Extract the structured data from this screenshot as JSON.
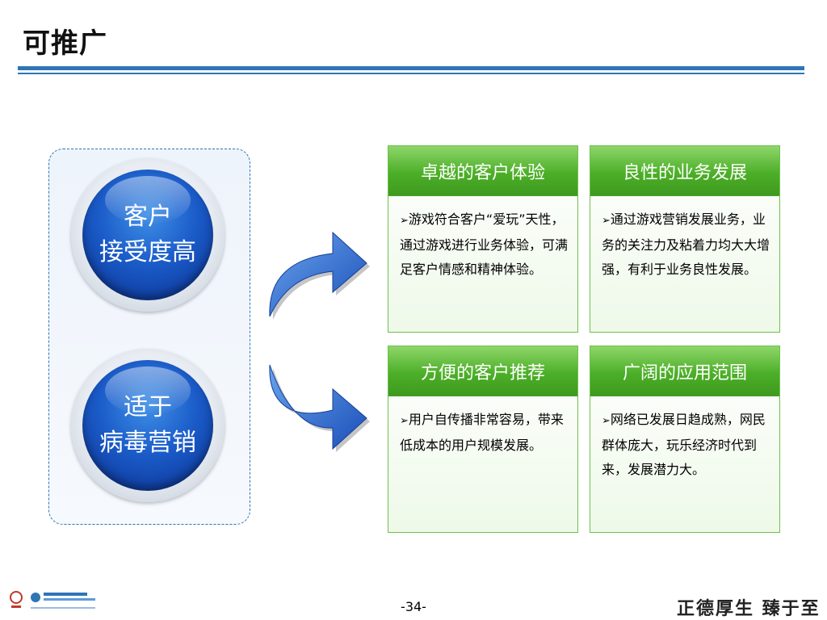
{
  "title": "可推广",
  "circles": [
    {
      "line1": "客户",
      "line2": "接受度高"
    },
    {
      "line1": "适于",
      "line2": "病毒营销"
    }
  ],
  "cards": [
    {
      "header": "卓越的客户体验",
      "bullet": "➢",
      "body": "游戏符合客户“爱玩”天性，通过游戏进行业务体验，可满足客户情感和精神体验。"
    },
    {
      "header": "良性的业务发展",
      "bullet": "➢",
      "body": "通过游戏营销发展业务，业务的关注力及粘着力均大大增强，有利于业务良性发展。"
    },
    {
      "header": "方便的客户推荐",
      "bullet": "➢",
      "body": "用户自传播非常容易，带来低成本的用户规模发展。"
    },
    {
      "header": "广阔的应用范围",
      "bullet": "➢",
      "body": "网络已发展日趋成熟，网民群体庞大，玩乐经济时代到来，发展潜力大。"
    }
  ],
  "footer": {
    "page_number": "-34-",
    "slogan": "正德厚生 臻于至善"
  },
  "colors": {
    "accent_blue": "#2e75b6",
    "header_green": "#4caf28",
    "circle_blue": "#1b5cc9"
  }
}
